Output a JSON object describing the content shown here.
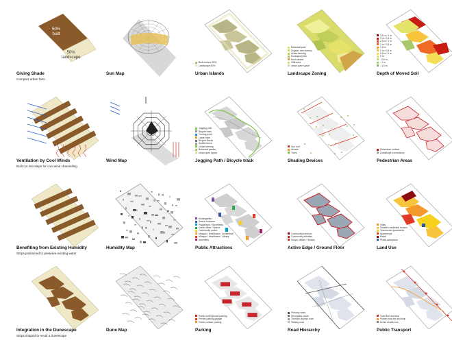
{
  "panels": [
    {
      "id": "giving-shade",
      "title": "Giving Shade",
      "subtitle": "Compact urban form",
      "labels": [
        "50%\nbuilt",
        "50%\nlandscape"
      ]
    },
    {
      "id": "sun-map",
      "title": "Sun Map"
    },
    {
      "id": "urban-islands",
      "title": "Urban Islands",
      "legend": [
        {
          "c": "#b7b487",
          "t": "Built surface 50%"
        },
        {
          "c": "#e6e3b7",
          "t": "Landscape 50%"
        }
      ]
    },
    {
      "id": "landscape-zoning",
      "title": "Landscape Zoning",
      "legend": [
        {
          "c": "#e7e36a",
          "t": "Botanical park"
        },
        {
          "c": "#d2d85c",
          "t": "Organic tree nursery"
        },
        {
          "c": "#c1cf5a",
          "t": "Urban farming"
        },
        {
          "c": "#b0c24f",
          "t": "Ecological park"
        },
        {
          "c": "#d1a64a",
          "t": "Bush desert"
        },
        {
          "c": "#e6d96b",
          "t": "Villa area"
        },
        {
          "c": "#cfd9a4",
          "t": "urban open space"
        }
      ]
    },
    {
      "id": "depth-moved-soil",
      "title": "Depth of Moved Soil",
      "legend": [
        {
          "c": "#9d0b0b",
          "t": "3,5 m / 2 m"
        },
        {
          "c": "#c71d15",
          "t": "3 m / 1,5 m"
        },
        {
          "c": "#e0351d",
          "t": "2,5 m / 1 m"
        },
        {
          "c": "#ef6a24",
          "t": "2 m / 0,5 m"
        },
        {
          "c": "#f49a2c",
          "t": "1,5 m"
        },
        {
          "c": "#f7c43b",
          "t": "1 m / 0,5 m"
        },
        {
          "c": "#f4de56",
          "t": "0,5 m / 0 m"
        },
        {
          "c": "#e4e46b",
          "t": "0 m"
        },
        {
          "c": "#c9d86e",
          "t": "- 0,5 m"
        },
        {
          "c": "#a9c86b",
          "t": "- 1 m"
        },
        {
          "c": "#8dbb69",
          "t": "- 1,5 m"
        }
      ]
    },
    {
      "id": "ventilation",
      "title": "Ventilation by Cool Winds",
      "subtitle": "Built cut into strips for cool wind channelling"
    },
    {
      "id": "wind-map",
      "title": "Wind Map"
    },
    {
      "id": "jogging-path",
      "title": "Jogging Path / Bicycle track",
      "legend": [
        {
          "c": "#7ac143",
          "t": "Jogging path"
        },
        {
          "c": "#999999",
          "t": "Bicycle track"
        },
        {
          "c": "#2a8bd1",
          "t": "Turning point"
        },
        {
          "c": "#c7a12b",
          "t": "Laban farm"
        },
        {
          "c": "#6e6e6e",
          "t": "Bicycle Racks"
        },
        {
          "c": "#999999",
          "t": "Saddle fence"
        },
        {
          "c": "#7ac143",
          "t": "Urban farming"
        },
        {
          "c": "#b0c24f",
          "t": "Botanical garden"
        },
        {
          "c": "#cfd9a4",
          "t": "urban open space"
        }
      ]
    },
    {
      "id": "shading-devices",
      "title": "Shading Devices",
      "legend": [
        {
          "c": "#d23b2a",
          "t": "Sun roof"
        },
        {
          "c": "#f49a2c",
          "t": "Arcade"
        },
        {
          "c": "#7ac143",
          "t": "Trees"
        }
      ]
    },
    {
      "id": "pedestrian-areas",
      "title": "Pedestrian Areas",
      "legend": [
        {
          "c": "#c8252c",
          "t": "Pedestrian surface"
        },
        {
          "c": "#999999",
          "t": "Landscape connections"
        }
      ]
    },
    {
      "id": "benefiting-humidity",
      "title": "Benefiting from Existing Humidity",
      "subtitle": "Strips positioned to preserve existing water"
    },
    {
      "id": "humidity-map",
      "title": "Humidity Map"
    },
    {
      "id": "public-attractions",
      "title": "Public Attractions",
      "legend": [
        {
          "c": "#7a4aa0",
          "t": "Kindergarten"
        },
        {
          "c": "#3b56a5",
          "t": "Desert museum"
        },
        {
          "c": "#00a0c6",
          "t": "Playground / Sportfields"
        },
        {
          "c": "#2da84a",
          "t": "Green office / Nature"
        },
        {
          "c": "#f6d21c",
          "t": "Community centre"
        },
        {
          "c": "#f49a2c",
          "t": "Mosque / Healthcare / Lecturehall"
        },
        {
          "c": "#e03b24",
          "t": "Mosque / Healthcare / Library"
        },
        {
          "c": "#b51f6a",
          "t": "Amenities"
        }
      ]
    },
    {
      "id": "active-edge",
      "title": "Active Edge / Ground Floor",
      "legend": [
        {
          "c": "#8b0d12",
          "t": "Community services"
        },
        {
          "c": "#c8252c",
          "t": "Community activities"
        },
        {
          "c": "#e0351d",
          "t": "Shops, offices + kiosks"
        }
      ]
    },
    {
      "id": "land-use",
      "title": "Land Use",
      "legend": [
        {
          "c": "#f49a2c",
          "t": "Villas"
        },
        {
          "c": "#f7c43b",
          "t": "Smaller residential houses"
        },
        {
          "c": "#f6d21c",
          "t": "Townhouse apartments"
        },
        {
          "c": "#e03b24",
          "t": "Apartments"
        },
        {
          "c": "#8b0d12",
          "t": "Retail"
        },
        {
          "c": "#2a5aa8",
          "t": "Public attractions"
        }
      ]
    },
    {
      "id": "integration-dunescape",
      "title": "Integration in the Dunescape",
      "subtitle": "Strips shaped to recall a dunescape"
    },
    {
      "id": "dune-map",
      "title": "Dune Map"
    },
    {
      "id": "parking",
      "title": "Parking",
      "legend": [
        {
          "c": "#c8252c",
          "t": "Public underground parking"
        },
        {
          "c": "#e0351d",
          "t": "Private parking garage"
        },
        {
          "c": "#f49a2c",
          "t": "Public surface parking"
        }
      ]
    },
    {
      "id": "road-hierarchy",
      "title": "Road Hierarchy",
      "legend": [
        {
          "c": "#555555",
          "t": "Primary roads"
        },
        {
          "c": "#777777",
          "t": "Secondary roads"
        },
        {
          "c": "#999999",
          "t": "Third/4th access road"
        },
        {
          "c": "#bbbbbb",
          "t": "Tertiary road"
        }
      ]
    },
    {
      "id": "public-transport",
      "title": "Public Transport",
      "legend": [
        {
          "c": "#d23b2a",
          "t": "Tram line and stop"
        },
        {
          "c": "#f49a2c",
          "t": "Feeder bus line and stop"
        },
        {
          "c": "#888888",
          "t": "Urban shuttle bus"
        }
      ]
    }
  ]
}
